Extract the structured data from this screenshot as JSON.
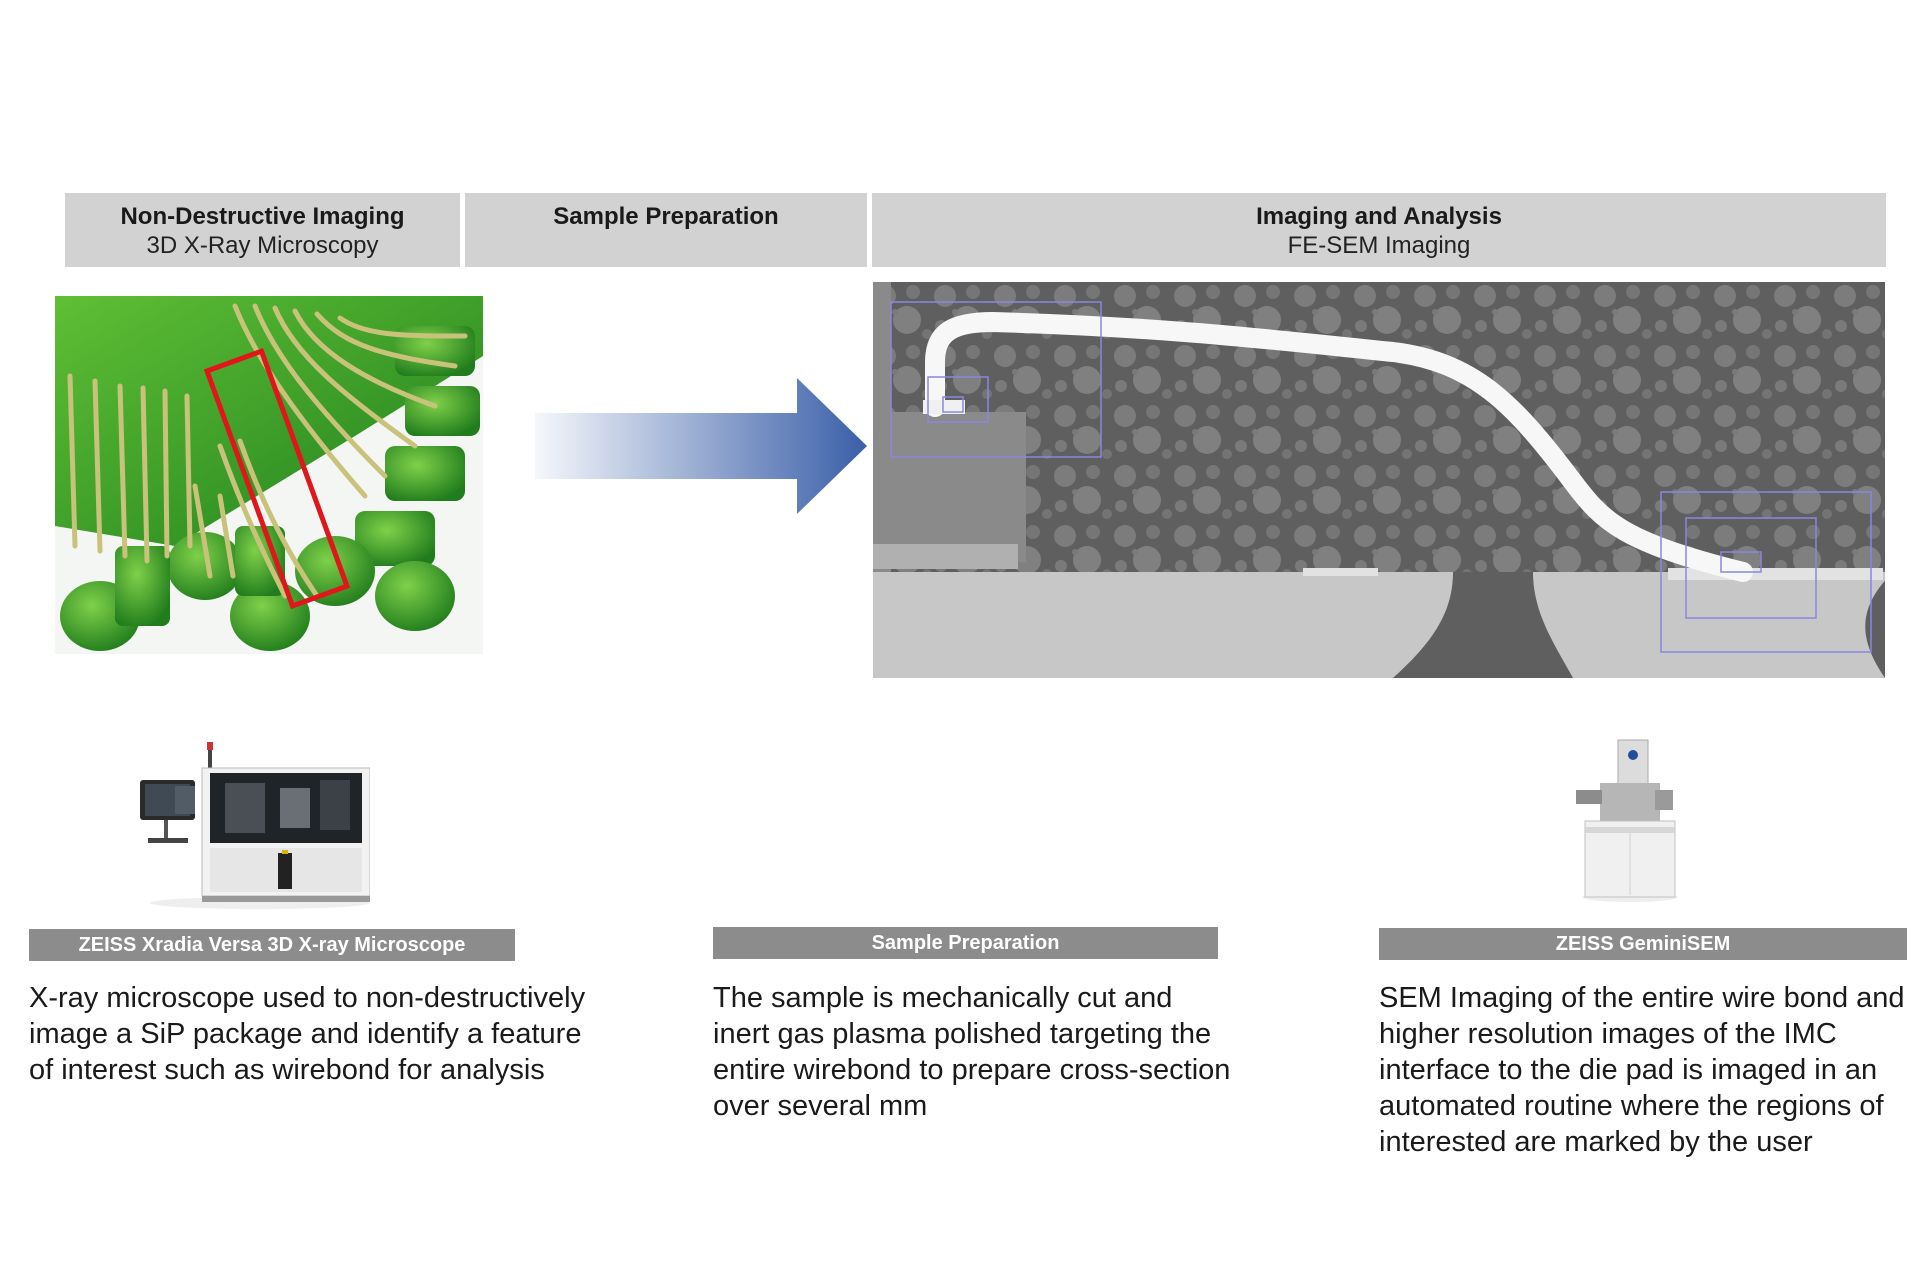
{
  "stages": [
    {
      "title": "Non-Destructive Imaging",
      "subtitle": "3D X-Ray Microscopy"
    },
    {
      "title": "Sample Preparation",
      "subtitle": ""
    },
    {
      "title": "Imaging and Analysis",
      "subtitle": "FE-SEM Imaging"
    }
  ],
  "instruments": [
    {
      "label": "ZEISS Xradia Versa 3D X-ray Microscope",
      "description": "X-ray microscope used to non-destructively image a SiP package and identify a feature of interest such as wirebond for analysis"
    },
    {
      "label": "Sample Preparation",
      "description": "The sample is mechanically cut and inert gas plasma polished targeting the entire wirebond to prepare cross-section over several mm"
    },
    {
      "label": "ZEISS GeminiSEM",
      "description": "SEM Imaging of the entire wire bond and higher resolution images of the IMC interface to the die pad is imaged in an automated routine where the regions of interested are marked by the user"
    }
  ],
  "colors": {
    "header_bg": "#d2d2d2",
    "label_bar_bg": "#8c8c8c",
    "arrow": "#3a5fa8",
    "highlight_box": "#e0161b",
    "pcb_green": "#3fa52a",
    "sem_gray": "#6a6a6a"
  }
}
